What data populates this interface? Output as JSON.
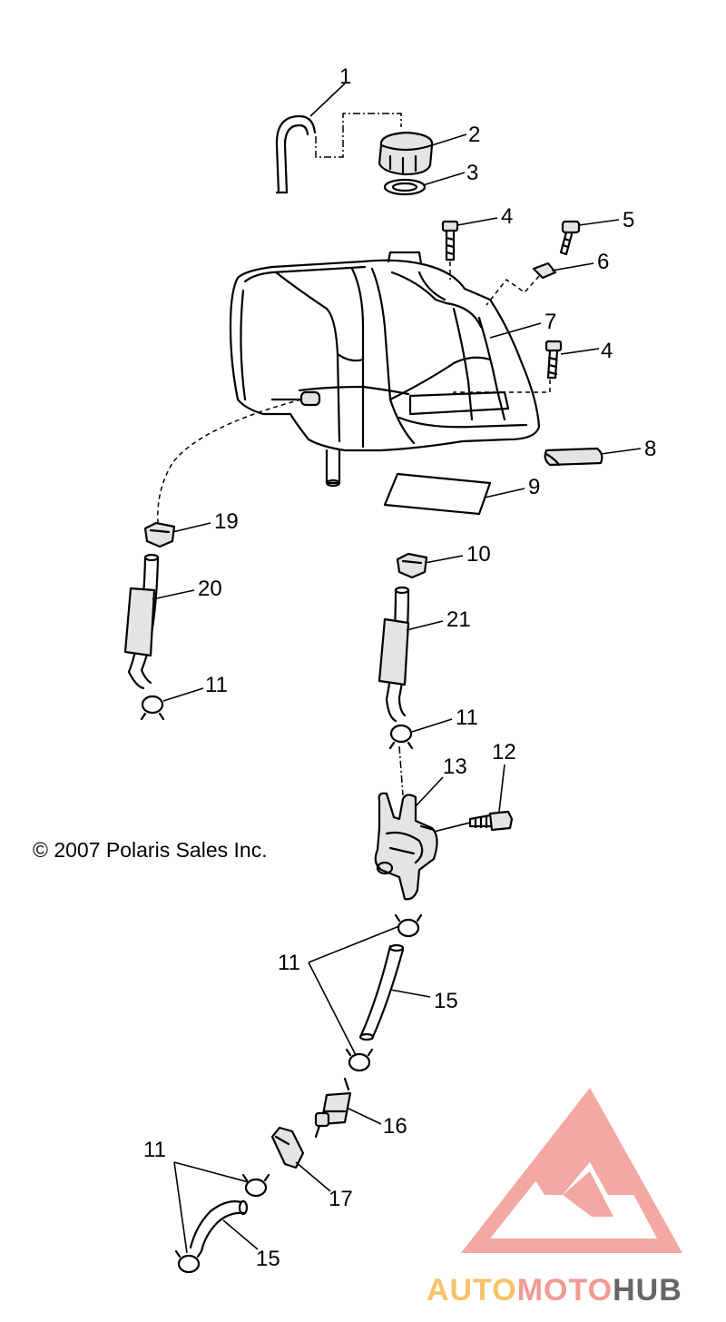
{
  "copyright": "© 2007 Polaris Sales Inc.",
  "callouts": [
    {
      "id": "c1",
      "label": "1"
    },
    {
      "id": "c2",
      "label": "2"
    },
    {
      "id": "c3",
      "label": "3"
    },
    {
      "id": "c4a",
      "label": "4"
    },
    {
      "id": "c5",
      "label": "5"
    },
    {
      "id": "c6",
      "label": "6"
    },
    {
      "id": "c7",
      "label": "7"
    },
    {
      "id": "c4b",
      "label": "4"
    },
    {
      "id": "c8",
      "label": "8"
    },
    {
      "id": "c9",
      "label": "9"
    },
    {
      "id": "c19",
      "label": "19"
    },
    {
      "id": "c20",
      "label": "20"
    },
    {
      "id": "c11a",
      "label": "11"
    },
    {
      "id": "c10",
      "label": "10"
    },
    {
      "id": "c21",
      "label": "21"
    },
    {
      "id": "c11b",
      "label": "11"
    },
    {
      "id": "c12",
      "label": "12"
    },
    {
      "id": "c13",
      "label": "13"
    },
    {
      "id": "c11c",
      "label": "11"
    },
    {
      "id": "c15a",
      "label": "15"
    },
    {
      "id": "c16",
      "label": "16"
    },
    {
      "id": "c17",
      "label": "17"
    },
    {
      "id": "c11d",
      "label": "11"
    },
    {
      "id": "c15b",
      "label": "15"
    }
  ],
  "watermark": {
    "word_part1": "AUTO",
    "word_part2": "MOTO",
    "word_part3": "HUB",
    "color_light": "#f6c36a",
    "color_accent": "#f29a94",
    "color_dark": "#666666"
  }
}
